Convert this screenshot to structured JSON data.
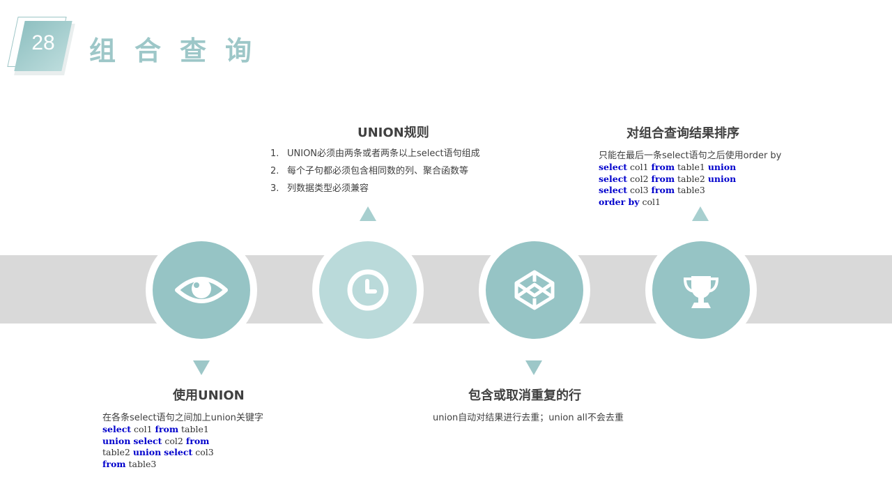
{
  "header": {
    "number": "28",
    "title": "组合查询"
  },
  "colors": {
    "teal": "#96c4c5",
    "teal_light": "#badada",
    "band": "#d9d9d9",
    "keyword": "#0000cc"
  },
  "circles": [
    {
      "icon": "eye-icon"
    },
    {
      "icon": "clock-icon"
    },
    {
      "icon": "codepen-icon"
    },
    {
      "icon": "trophy-icon"
    }
  ],
  "sections": {
    "use_union": {
      "title": "使用UNION",
      "desc": "在各条select语句之间加上union关键字",
      "code": [
        [
          {
            "t": "select",
            "k": true
          },
          {
            "t": " col1 "
          },
          {
            "t": "from",
            "k": true
          },
          {
            "t": " table1"
          }
        ],
        [
          {
            "t": "union",
            "k": true
          },
          {
            "t": " "
          },
          {
            "t": "select",
            "k": true
          },
          {
            "t": " col2 "
          },
          {
            "t": "from",
            "k": true
          }
        ],
        [
          {
            "t": "table2 "
          },
          {
            "t": "union",
            "k": true
          },
          {
            "t": " "
          },
          {
            "t": "select",
            "k": true
          },
          {
            "t": " col3"
          }
        ],
        [
          {
            "t": "from",
            "k": true
          },
          {
            "t": " table3"
          }
        ]
      ]
    },
    "rules": {
      "title": "UNION规则",
      "items": [
        {
          "num": "1.",
          "text": "UNION必须由两条或者两条以上select语句组成"
        },
        {
          "num": "2.",
          "text": "每个子句都必须包含相同数的列、聚合函数等"
        },
        {
          "num": "3.",
          "text": "列数据类型必须兼容"
        }
      ]
    },
    "dedup": {
      "title": "包含或取消重复的行",
      "desc": "union自动对结果进行去重；union all不会去重"
    },
    "sort": {
      "title": "对组合查询结果排序",
      "desc": "只能在最后一条select语句之后使用order by",
      "code": [
        [
          {
            "t": "select",
            "k": true
          },
          {
            "t": " col1 "
          },
          {
            "t": "from",
            "k": true
          },
          {
            "t": " table1 "
          },
          {
            "t": "union",
            "k": true
          }
        ],
        [
          {
            "t": "select",
            "k": true
          },
          {
            "t": " col2 "
          },
          {
            "t": "from",
            "k": true
          },
          {
            "t": " table2 "
          },
          {
            "t": "union",
            "k": true
          }
        ],
        [
          {
            "t": "select",
            "k": true
          },
          {
            "t": " col3 "
          },
          {
            "t": "from",
            "k": true
          },
          {
            "t": " table3"
          }
        ],
        [
          {
            "t": "order by",
            "k": true
          },
          {
            "t": " col1"
          }
        ]
      ]
    }
  }
}
